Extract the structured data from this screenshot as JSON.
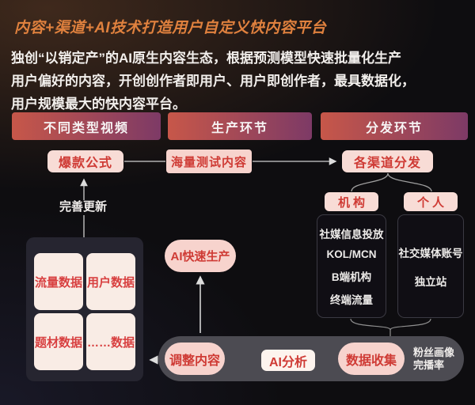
{
  "page": {
    "title": "内容+渠道+AI技术打造用户自定义快内容平台",
    "intro_lines": [
      "独创“以销定产”的AI原生内容生态，根据预测模型快速批量化生产",
      "用户偏好的内容，开创创作者即用户、用户即创作者，最具数据化，",
      "用户规模最大的快内容平台。"
    ]
  },
  "column_headers": {
    "video_types": "不同类型视频",
    "production": "生产环节",
    "distribution": "分发环节"
  },
  "nodes": {
    "explosive_formula": "爆款公式",
    "mass_test_content": "海量测试内容",
    "channel_distribution": "各渠道分发",
    "improve_update": "完善更新",
    "ai_fast_production": "AI快速生产",
    "institution": "机构",
    "individual": "个人",
    "adjust_content": "调整内容",
    "ai_analysis": "AI分析",
    "data_collection": "数据收集"
  },
  "data_cards": [
    "流量数据",
    "用户数据",
    "题材数据",
    "……数据"
  ],
  "institution_items": [
    "社媒信息投放",
    "KOL/MCN",
    "B端机构",
    "终端流量"
  ],
  "individual_items": [
    "社交媒体账号",
    "独立站"
  ],
  "fan_metrics_lines": [
    "粉丝画像",
    "完播率"
  ],
  "icons": {
    "arrow_right": "→",
    "arrow_left": "←",
    "arrow_up": "↑"
  },
  "colors": {
    "title_orange": "#e0813e",
    "bar_grad_start": "#c75749",
    "bar_grad_end": "#7d3a66",
    "pink_node": "#f8dcd6",
    "red_text": "#cf3b35",
    "dark_box": "#262530",
    "gray_bar": "#4c4b52",
    "arrow_red": "#b5382e"
  }
}
